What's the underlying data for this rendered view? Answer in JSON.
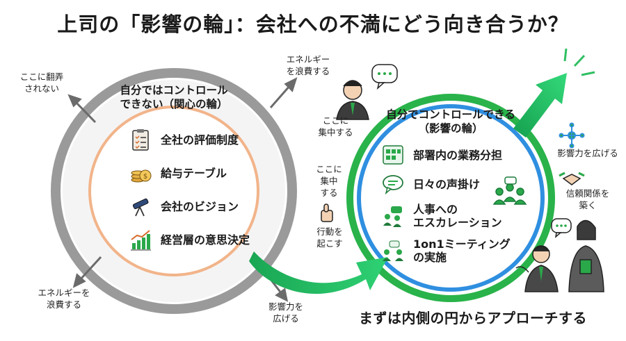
{
  "title": "上司の「影響の輪」：会社への不満にどう向き合うか？",
  "concern_circle": {
    "title_line1": "自分ではコントロール",
    "title_line2": "できない（関心の輪）",
    "items": [
      {
        "label": "全社の評価制度",
        "icon": "clipboard-checklist-icon"
      },
      {
        "label": "給与テーブル",
        "icon": "coin-stack-icon"
      },
      {
        "label": "会社のビジョン",
        "icon": "telescope-icon"
      },
      {
        "label": "経営層の意思決定",
        "icon": "growth-chart-icon"
      }
    ]
  },
  "influence_circle": {
    "title_line1": "自分でコントロールできる",
    "title_line2": "（影響の輪）",
    "items": [
      {
        "label_line1": "部署内の業務分担",
        "label_line2": "",
        "icon": "task-board-icon"
      },
      {
        "label_line1": "日々の声掛け",
        "label_line2": "",
        "icon": "speech-bubble-icon"
      },
      {
        "label_line1": "人事への",
        "label_line2": "エスカレーション",
        "icon": "escalation-people-icon"
      },
      {
        "label_line1": "1on1ミーティング",
        "label_line2": "の実施",
        "icon": "one-on-one-icon"
      }
    ]
  },
  "annotations": {
    "top_left_line1": "ここに翻弄",
    "top_left_line2": "されない",
    "top_mid_line1": "エネルギー",
    "top_mid_line2": "を浪費する",
    "bottom_left_line1": "エネルギーを",
    "bottom_left_line2": "浪費する",
    "bottom_mid_line1": "影響力を",
    "bottom_mid_line2": "広げる",
    "focus1_line1": "ここに",
    "focus1_line2": "集中する",
    "focus2_line1": "ここに",
    "focus2_line2": "集中",
    "focus2_line3": "する",
    "action_line1": "行動を",
    "action_line2": "起こす",
    "right_top": "影響力を広げる",
    "right_mid_line1": "信頼関係を",
    "right_mid_line2": "築く"
  },
  "bottom_message": "まずは内側の円からアプローチする",
  "colors": {
    "outer_gray": "#9a9a9a",
    "inner_orange": "#f2b48a",
    "influence_green": "#29b34a",
    "influence_blue": "#2f8fe0",
    "arrow_green": "#1fb35a",
    "arrow_gray": "#6b6b6b"
  }
}
